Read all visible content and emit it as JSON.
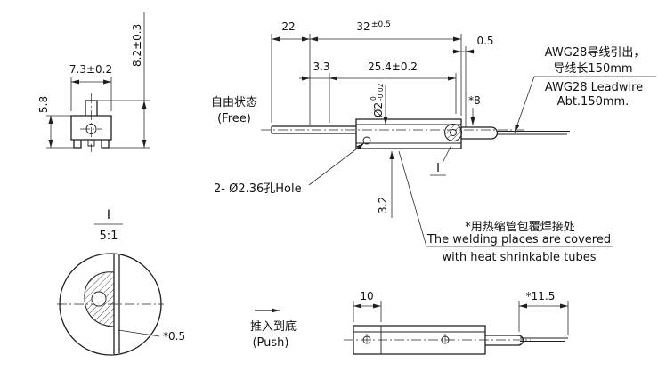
{
  "front_view": {
    "dim_width": "7.3±0.2",
    "dim_height": "8.2±0.3",
    "dim_side": "5.8"
  },
  "free_view": {
    "state_cn": "自由状态",
    "state_en": "(Free)",
    "dim_left": "22",
    "dim_total": "32",
    "dim_total_tol": "±0.5",
    "dim_end_gap": "0.5",
    "dim_inner_left": "3.3",
    "dim_inner_span": "25.4±0.2",
    "dia": "Ø2",
    "dia_tol_up": "0",
    "dia_tol_dn": "-0.02",
    "dim_shrink": "*8",
    "dim_depth": "3.2",
    "hole_note": "2- Ø2.36孔Hole",
    "detail_ref": "I"
  },
  "leadwire_note": {
    "cn1": "AWG28导线引出，",
    "cn2": "导线长150mm",
    "en1": "AWG28 Leadwire",
    "en2": "Abt.150mm."
  },
  "welding_note": {
    "cn": "*用热缩管包覆焊接处",
    "en1": "The welding places are covered",
    "en2": "with heat shrinkable tubes"
  },
  "detail_view": {
    "ref": "I",
    "scale": "5:1",
    "dim_wall": "*0.5"
  },
  "push_view": {
    "action_cn": "推入到底",
    "action_en": "(Push)",
    "dim_10": "10",
    "dim_tail": "*11.5"
  }
}
